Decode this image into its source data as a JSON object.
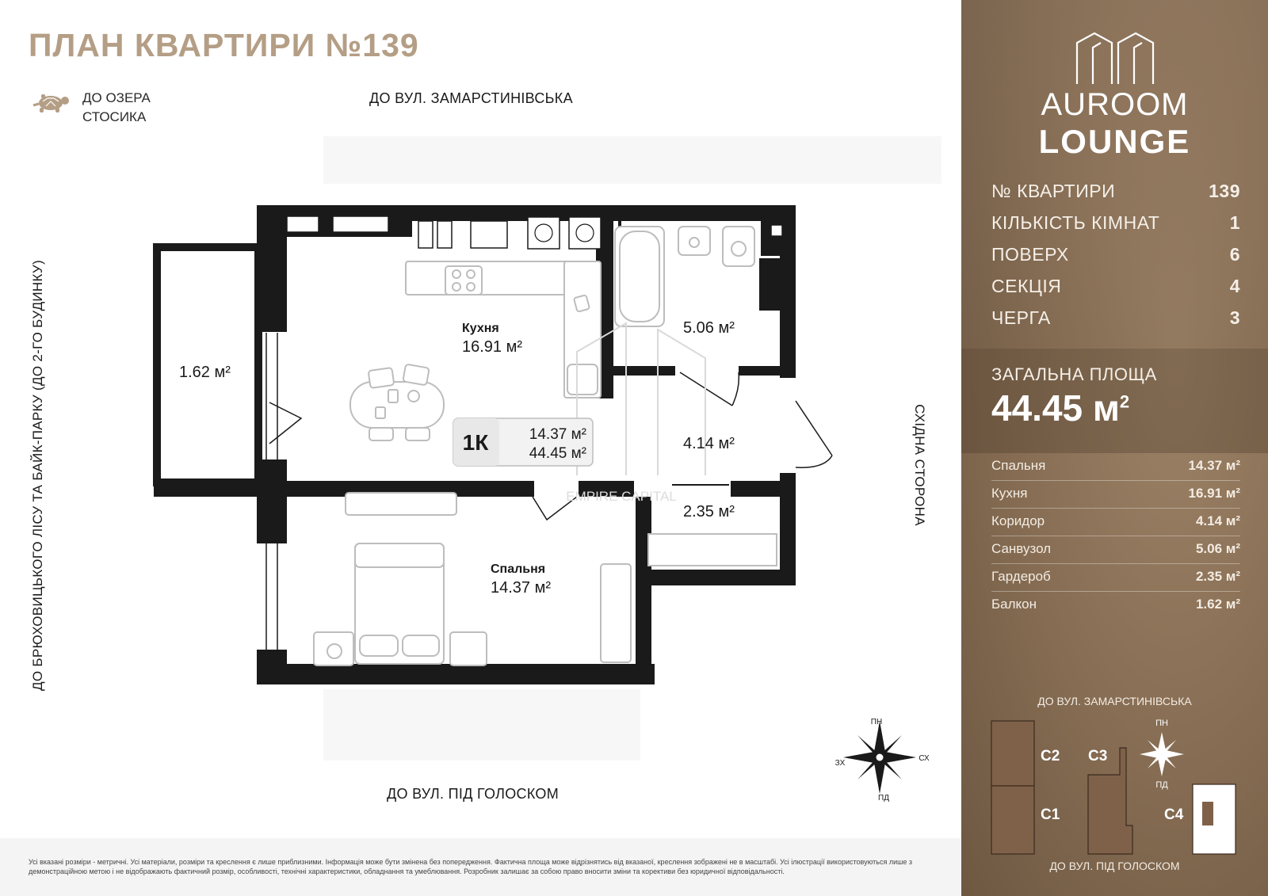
{
  "header": {
    "title": "ПЛАН КВАРТИРИ №139"
  },
  "orientation": {
    "lake_line1": "ДО ОЗЕРА",
    "lake_line2": "СТОСИКА",
    "top": "ДО ВУЛ. ЗАМАРСТИНІВСЬКА",
    "bottom": "ДО ВУЛ. ПІД ГОЛОСКОМ",
    "left": "ДО БРЮХОВИЦЬКОГО ЛІСУ ТА БАЙК-ПАРКУ (ДО 2-ГО БУДИНКУ)",
    "right": "СХІДНА СТОРОНА"
  },
  "plan": {
    "balcony_area": "1.62 м²",
    "kitchen_name": "Кухня",
    "kitchen_area": "16.91 м²",
    "bath_area": "5.06 м²",
    "corridor_area": "4.14 м²",
    "wardrobe_area": "2.35 м²",
    "bedroom_name": "Спальня",
    "bedroom_area": "14.37 м²",
    "badge_type": "1К",
    "badge_living": "14.37 м²",
    "badge_total": "44.45 м²",
    "watermark": "EMPIRE CAPITAL"
  },
  "compass": {
    "n": "ПН",
    "s": "ПД",
    "e": "СХ",
    "w": "ЗХ"
  },
  "disclaimer": "Усі вказані розміри - метричні. Усі матеріали, розміри та креслення є лише приблизними. Інформація може бути змінена без попередження. Фактична площа може відрізнятись від вказаної, креслення зображені не в масштабі. Усі ілюстрації використовуються лише з демонстраційною метою і не відображають фактичний розмір, особливості, технічні характеристики, обладнання та умеблювання. Розробник залишає за собою право вносити зміни та корективи без юридичної відповідальності.",
  "brand": {
    "line1": "AUROOM",
    "line2": "LOUNGE"
  },
  "info": [
    {
      "label": "№ КВАРТИРИ",
      "value": "139"
    },
    {
      "label": "КІЛЬКІСТЬ КІМНАТ",
      "value": "1"
    },
    {
      "label": "ПОВЕРХ",
      "value": "6"
    },
    {
      "label": "СЕКЦІЯ",
      "value": "4"
    },
    {
      "label": "ЧЕРГА",
      "value": "3"
    }
  ],
  "total": {
    "label": "ЗАГАЛЬНА ПЛОЩА",
    "value": "44.45 м",
    "unit_sup": "2"
  },
  "rooms": [
    {
      "name": "Спальня",
      "value": "14.37 м²"
    },
    {
      "name": "Кухня",
      "value": "16.91 м²"
    },
    {
      "name": "Коридор",
      "value": "4.14 м²"
    },
    {
      "name": "Санвузол",
      "value": "5.06 м²"
    },
    {
      "name": "Гардероб",
      "value": "2.35 м²"
    },
    {
      "name": "Балкон",
      "value": "1.62 м²"
    }
  ],
  "site_map": {
    "top": "ДО ВУЛ. ЗАМАРСТИНІВСЬКА",
    "bottom": "ДО ВУЛ. ПІД ГОЛОСКОМ",
    "sections": [
      "С2",
      "С3",
      "С1",
      "С4"
    ],
    "compass_n": "ПН",
    "compass_s": "ПД"
  },
  "colors": {
    "accent": "#b49e85",
    "sidebar": "#8a7056",
    "section_fill": "#7f6149"
  }
}
